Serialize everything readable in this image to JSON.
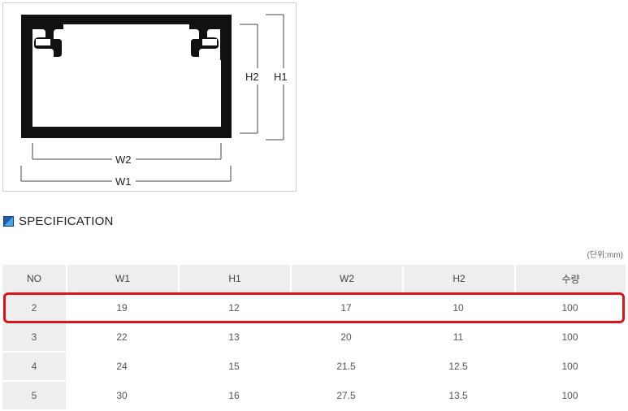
{
  "diagram": {
    "labels": {
      "h1": "H1",
      "h2": "H2",
      "w1": "W1",
      "w2": "W2"
    },
    "colors": {
      "profile": "#111111",
      "dimension_lines": "#444444",
      "frame_border": "#cfcfcf"
    }
  },
  "spec": {
    "title": "SPECIFICATION",
    "icon": "blue-square-bullet-icon",
    "unit_note": "(단위:mm)",
    "columns": [
      "NO",
      "W1",
      "H1",
      "W2",
      "H2",
      "수량"
    ],
    "rows": [
      [
        "2",
        "19",
        "12",
        "17",
        "10",
        "100"
      ],
      [
        "3",
        "22",
        "13",
        "20",
        "11",
        "100"
      ],
      [
        "4",
        "24",
        "15",
        "21.5",
        "12.5",
        "100"
      ],
      [
        "5",
        "30",
        "16",
        "27.5",
        "13.5",
        "100"
      ]
    ],
    "highlighted_row": "2",
    "colors": {
      "highlight": "#d9141b",
      "header_bg": "#eeeeee"
    }
  }
}
